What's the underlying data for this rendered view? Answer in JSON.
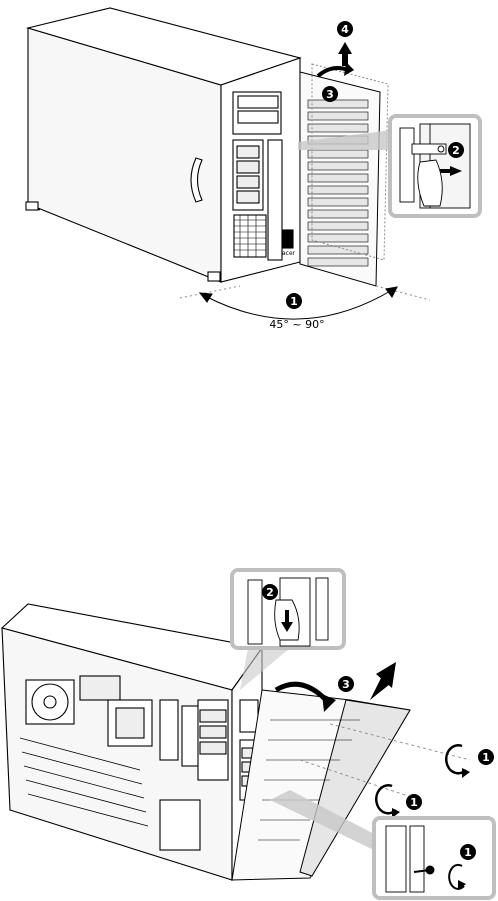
{
  "figure_top": {
    "callouts": [
      "1",
      "2",
      "3",
      "4"
    ],
    "angle_label": "45° ~ 90°",
    "panel_logo": "acer"
  },
  "figure_bottom": {
    "callouts": [
      "1",
      "1",
      "1",
      "2",
      "3"
    ]
  },
  "colors": {
    "ink": "#000000",
    "callout_fill": "#000000",
    "callout_text": "#ffffff",
    "inset_frame": "#bfbfbf",
    "leader": "#b8b8b8",
    "dashed": "#8a8a8a",
    "panel_gray": "#e6e6e6"
  },
  "icons": [
    "curved-arrow-icon",
    "up-arrow-icon",
    "rotation-arrow-icon",
    "screw-icon",
    "finger-icon",
    "swing-arc-icon"
  ]
}
